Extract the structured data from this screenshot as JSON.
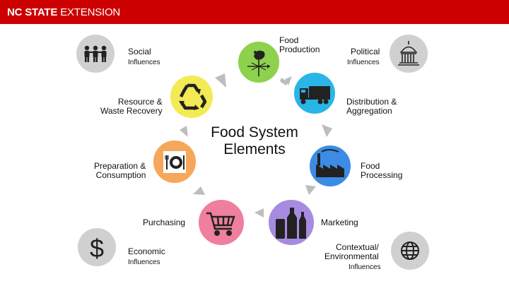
{
  "header": {
    "brand_bold": "NC STATE",
    "brand_light": "EXTENSION",
    "bar_color": "#cc0000"
  },
  "diagram": {
    "title_line1": "Food System",
    "title_line2": "Elements",
    "elements": [
      {
        "label": "Food Production",
        "line1": "Food",
        "line2": "Production",
        "color": "#8dd14c",
        "icon": "rooster-weathervane-icon"
      },
      {
        "label": "Distribution & Aggregation",
        "line1": "Distribution &",
        "line2": "Aggregation",
        "color": "#29b6e6",
        "icon": "truck-icon"
      },
      {
        "label": "Food Processing",
        "line1": "Food",
        "line2": "Processing",
        "color": "#3c8ce6",
        "icon": "factory-icon"
      },
      {
        "label": "Marketing",
        "line1": "Marketing",
        "color": "#a78be0",
        "icon": "bottles-icon"
      },
      {
        "label": "Purchasing",
        "line1": "Purchasing",
        "color": "#ef7f9e",
        "icon": "shopping-cart-icon"
      },
      {
        "label": "Preparation & Consumption",
        "line1": "Preparation &",
        "line2": "Consumption",
        "color": "#f5a75a",
        "icon": "plate-utensils-icon"
      },
      {
        "label": "Resource & Waste Recovery",
        "line1": "Resource &",
        "line2": "Waste Recovery",
        "color": "#f3ea55",
        "icon": "recycle-icon"
      }
    ],
    "arrow_color": "#bdbdbd"
  },
  "influences": {
    "word": "Influences",
    "social": {
      "label": "Social",
      "icon": "people-icon"
    },
    "political": {
      "label": "Political",
      "icon": "capitol-icon"
    },
    "economic": {
      "label": "Economic",
      "icon": "dollar-icon"
    },
    "contextual": {
      "label_line1": "Contextual/",
      "label_line2": "Environmental",
      "icon": "globe-icon"
    }
  }
}
